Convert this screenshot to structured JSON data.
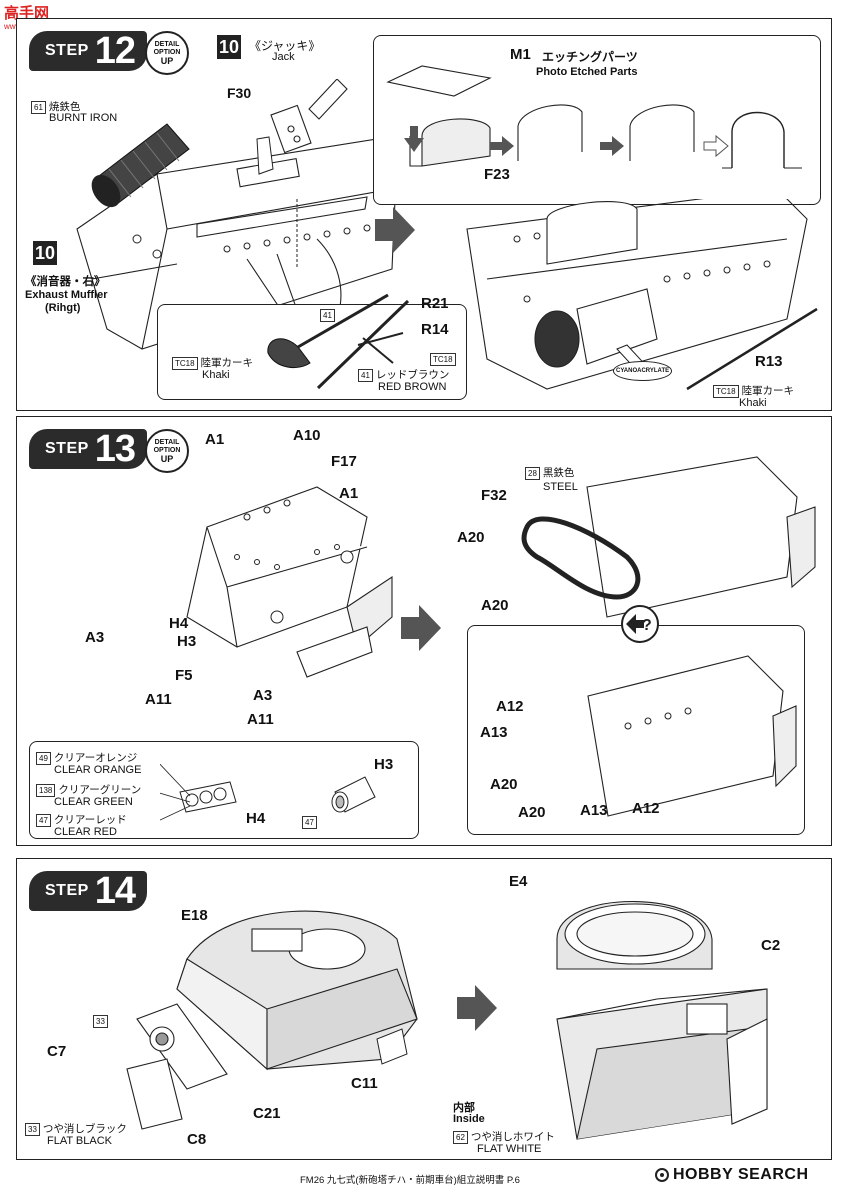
{
  "watermark": {
    "site": "高手网",
    "url": "www.gaoshou.net"
  },
  "step12": {
    "step_word": "STEP",
    "step_num": "12",
    "detail": {
      "top": "DETAIL",
      "mid": "OPTION",
      "bot": "UP"
    },
    "jack_num": "10",
    "jack_jp": "《ジャッキ》",
    "jack_en": "Jack",
    "f30": "F30",
    "burnt_code": "61",
    "burnt_jp": "焼鉄色",
    "burnt_en": "BURNT IRON",
    "muffler_num": "10",
    "muffler_jp": "《消音器・右》",
    "muffler_en1": "Exhaust Muffler",
    "muffler_en2": "(Rihgt)",
    "m1": "M1",
    "m1_jp": "エッチングパーツ",
    "m1_en": "Photo Etched Parts",
    "f23": "F23",
    "r21": "R21",
    "r14": "R14",
    "code41": "41",
    "tc18": "TC18",
    "khaki_jp": "陸軍カーキ",
    "khaki_en": "Khaki",
    "redbrown_jp": "レッドブラウン",
    "redbrown_en": "RED BROWN",
    "r13": "R13",
    "glue": "CYANOACRYLATE"
  },
  "step13": {
    "step_word": "STEP",
    "step_num": "13",
    "detail": {
      "top": "DETAIL",
      "mid": "OPTION",
      "bot": "UP"
    },
    "a1a": "A1",
    "a10": "A10",
    "f17": "F17",
    "a1b": "A1",
    "h4": "H4",
    "h3": "H3",
    "a3a": "A3",
    "a3b": "A3",
    "f5": "F5",
    "a11a": "A11",
    "a11b": "A11",
    "steel_code": "28",
    "steel_jp": "黒鉄色",
    "steel_en": "STEEL",
    "f32": "F32",
    "a20a": "A20",
    "a20b": "A20",
    "a12a": "A12",
    "a13a": "A13",
    "a20c": "A20",
    "a20d": "A20",
    "a13b": "A13",
    "a12b": "A12",
    "orange_code": "49",
    "orange_jp": "クリアーオレンジ",
    "orange_en": "CLEAR ORANGE",
    "green_code": "138",
    "green_jp": "クリアーグリーン",
    "green_en": "CLEAR GREEN",
    "red_code": "47",
    "red_jp": "クリアーレッド",
    "red_en": "CLEAR RED",
    "h4b": "H4",
    "h3b": "H3",
    "code47b": "47"
  },
  "step14": {
    "step_word": "STEP",
    "step_num": "14",
    "e18": "E18",
    "e4": "E4",
    "c2": "C2",
    "code33": "33",
    "c7": "C7",
    "c11": "C11",
    "c21": "C21",
    "c8": "C8",
    "black_code": "33",
    "black_jp": "つや消しブラック",
    "black_en": "FLAT BLACK",
    "inside_jp": "内部",
    "inside_en": "Inside",
    "white_code": "62",
    "white_jp": "つや消しホワイト",
    "white_en": "FLAT WHITE"
  },
  "footer": {
    "text": "FM26 九七式(新砲塔チハ・前期車台)組立説明書 P.6",
    "logo": "HOBBY SEARCH"
  }
}
